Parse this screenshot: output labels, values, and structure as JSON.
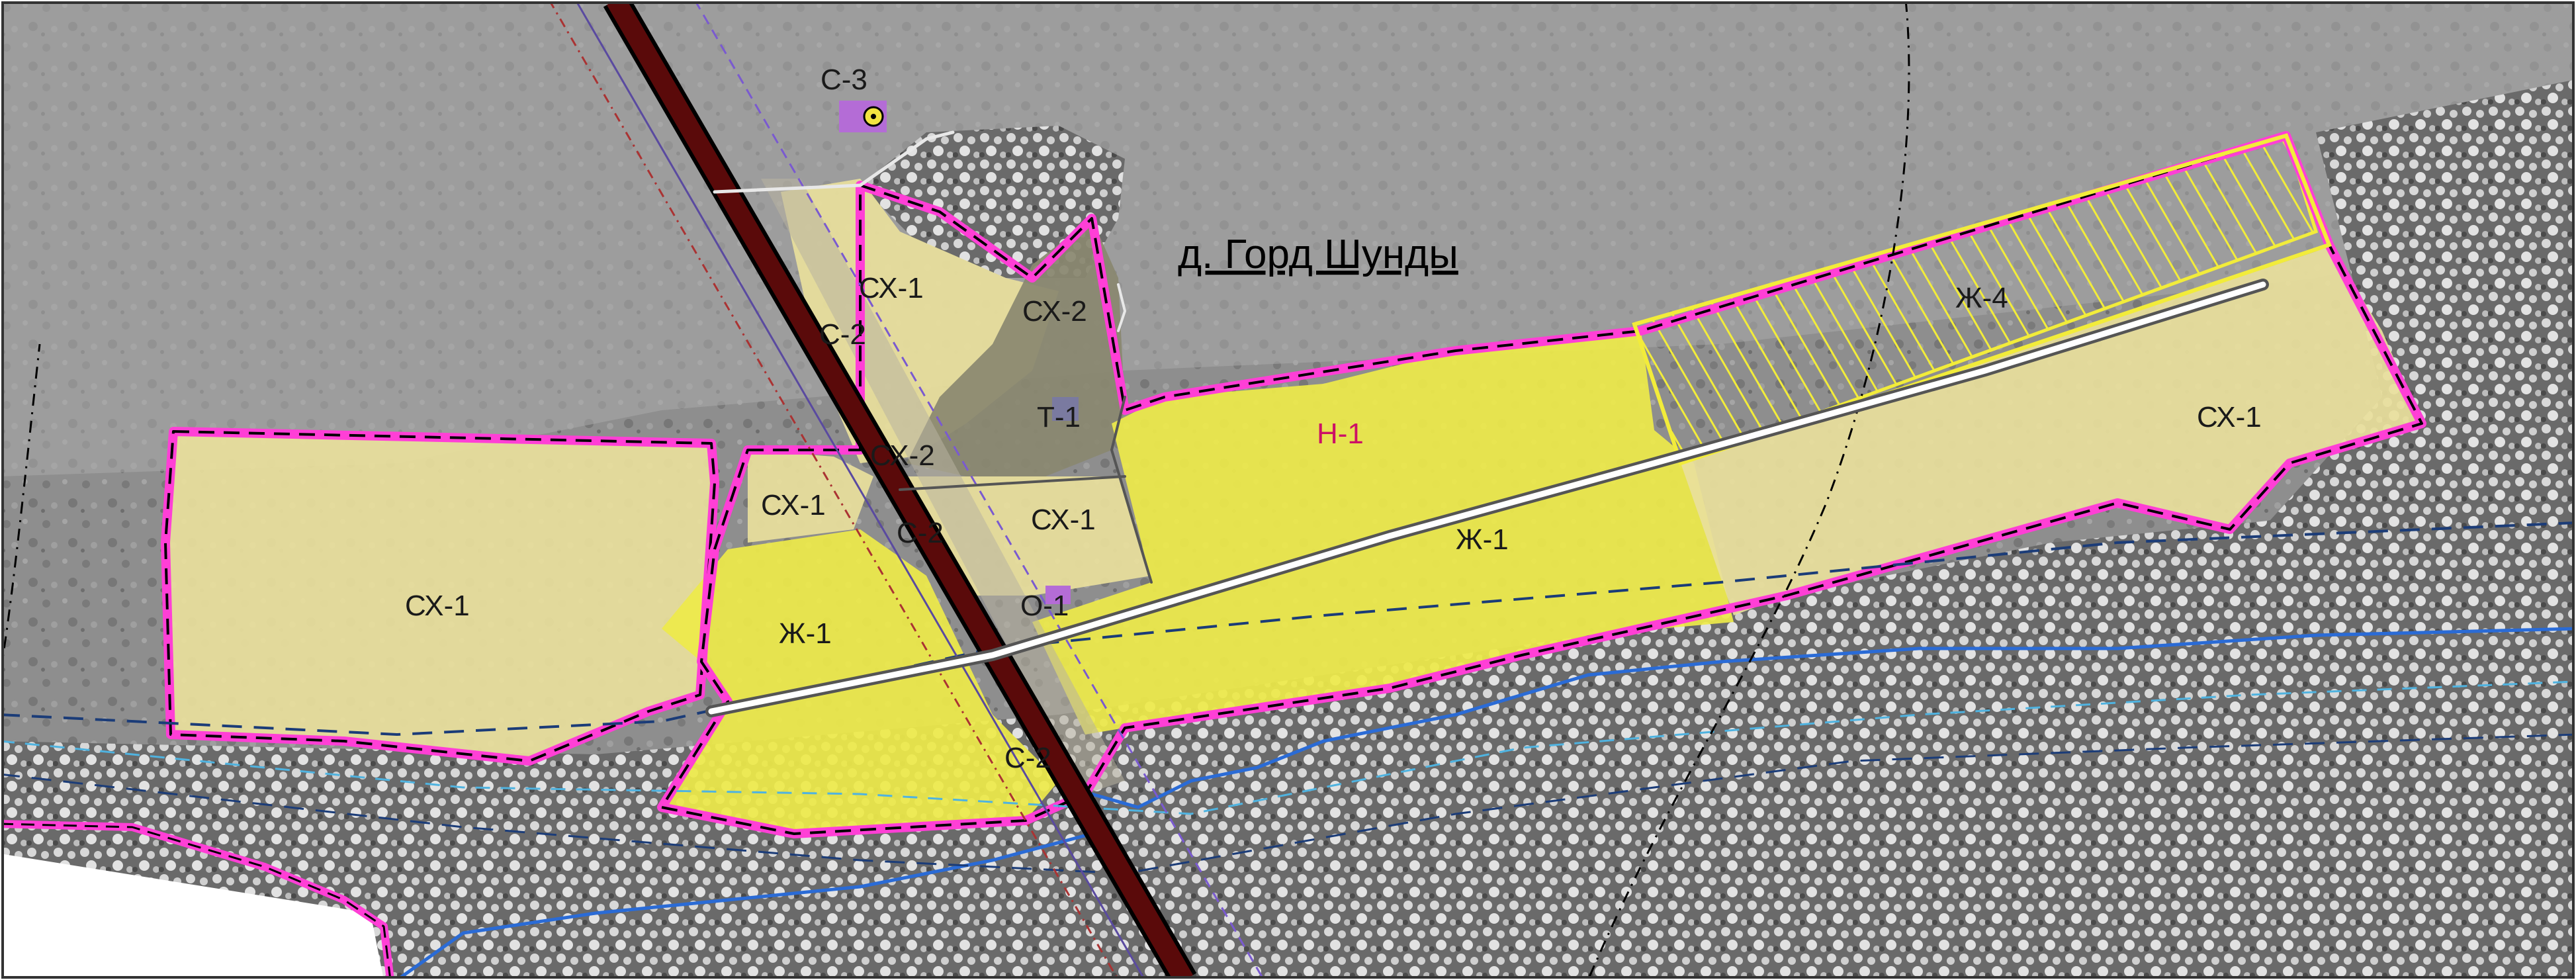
{
  "map": {
    "settlement_name": "д. Горд Шунды",
    "zones": [
      {
        "id": "sx1_west",
        "code": "СХ-1"
      },
      {
        "id": "sx1_north",
        "code": "СХ-1"
      },
      {
        "id": "sx1_mid_left",
        "code": "СХ-1"
      },
      {
        "id": "sx1_mid",
        "code": "СХ-1"
      },
      {
        "id": "sx1_east",
        "code": "СХ-1"
      },
      {
        "id": "sx2_forest",
        "code": "СХ-2"
      },
      {
        "id": "sx2_road",
        "code": "СХ-2"
      },
      {
        "id": "c2_north",
        "code": "С-2"
      },
      {
        "id": "c2_mid",
        "code": "С-2"
      },
      {
        "id": "c2_south",
        "code": "С-2"
      },
      {
        "id": "c3",
        "code": "С-3"
      },
      {
        "id": "t1",
        "code": "Т-1"
      },
      {
        "id": "h1",
        "code": "Н-1"
      },
      {
        "id": "zh1_main",
        "code": "Ж-1"
      },
      {
        "id": "zh1_west",
        "code": "Ж-1"
      },
      {
        "id": "zh4",
        "code": "Ж-4"
      },
      {
        "id": "o1",
        "code": "О-1"
      }
    ],
    "colors": {
      "agricultural_zone": "#e9df9c",
      "forest_agri_zone": "#8a8870",
      "residential_zone": "#eeea4a",
      "future_residential": "#f0e84a",
      "boundary_pink": "#ff3fd6",
      "railway": "#5a0a0a",
      "river": "#2a6bd6",
      "h1_label": "#cc1166",
      "special_zone": "#b46cd6"
    }
  }
}
